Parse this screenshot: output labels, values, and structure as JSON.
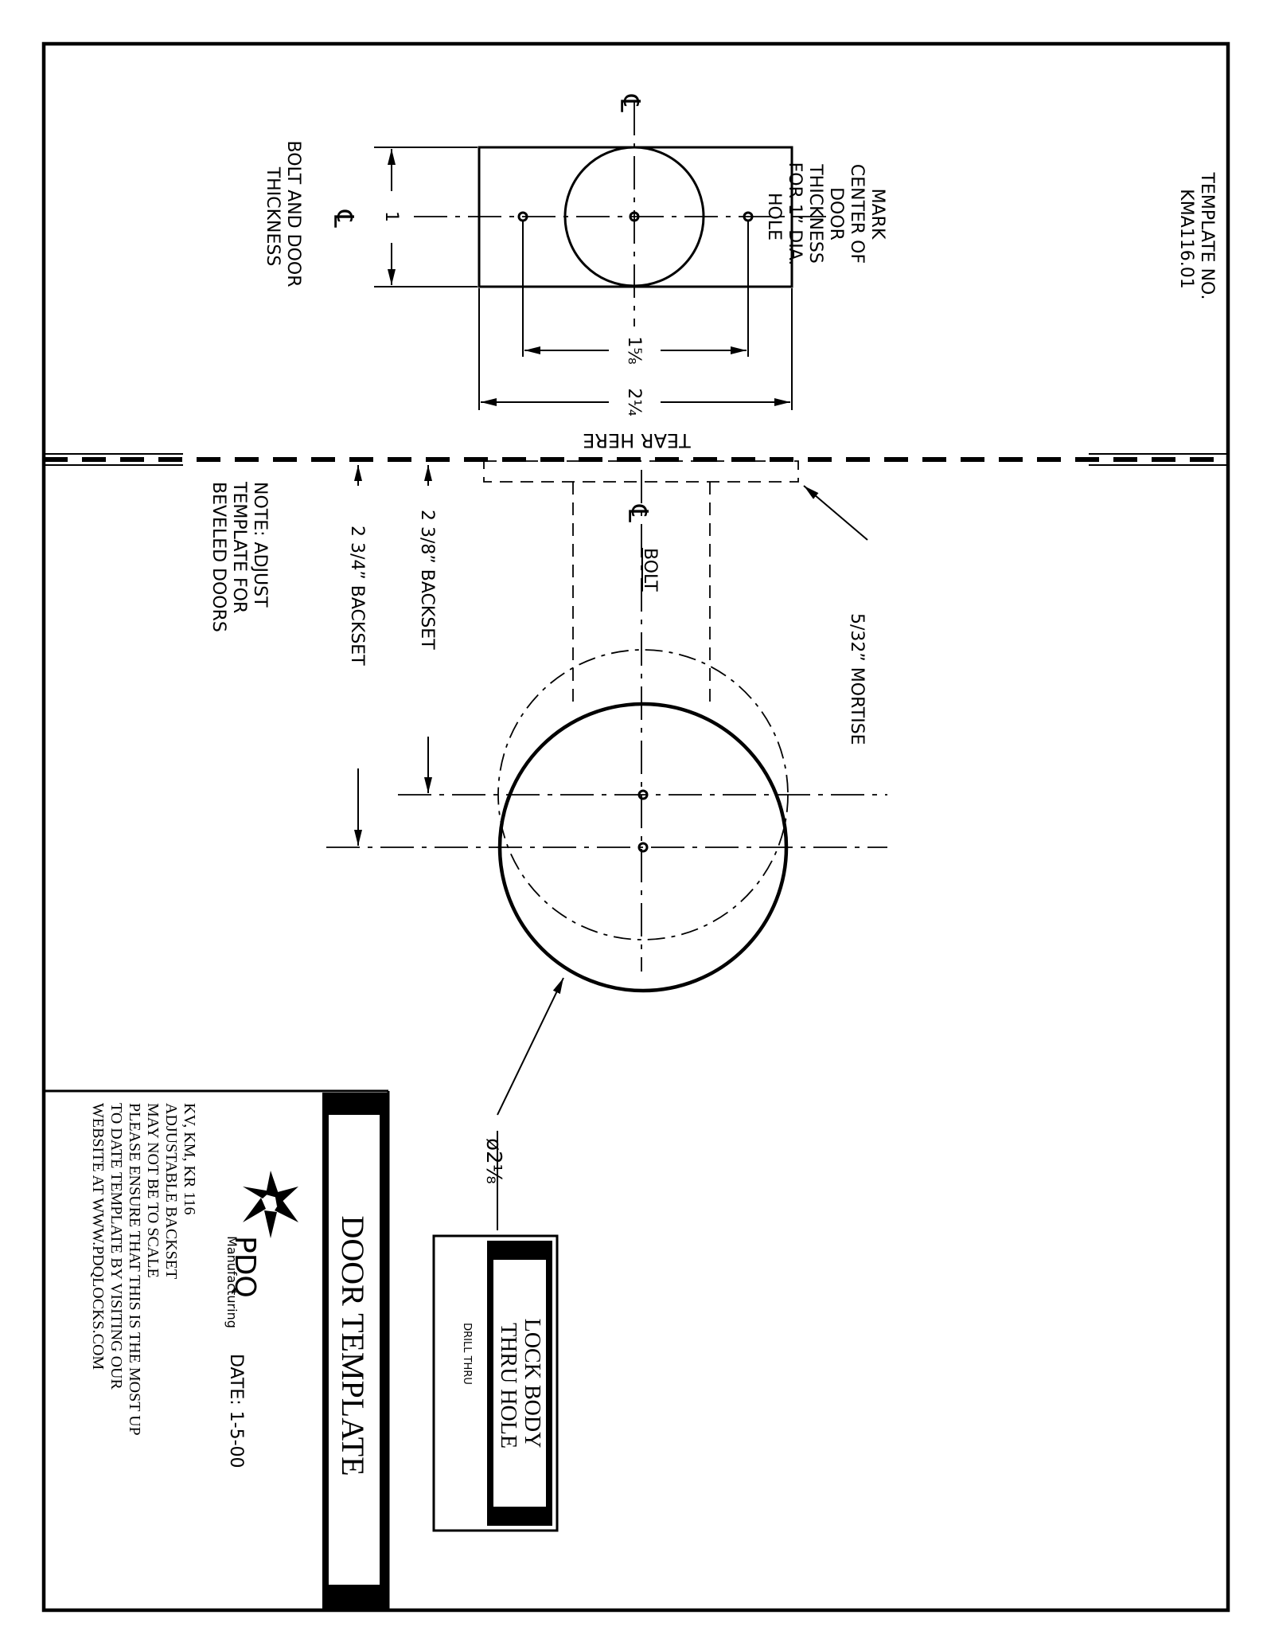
{
  "template_no": [
    "TEMPLATE NO.",
    "KMA116.01"
  ],
  "mark_center_note": [
    "MARK",
    "CENTER OF",
    "DOOR",
    "THICKNESS",
    "FOR 1” DIA.",
    "HOLE"
  ],
  "bolt_door_note": [
    "BOLT AND DOOR",
    "THICKNESS"
  ],
  "centerline_symbol": "℄",
  "dim_1": "1",
  "dim_1_5_8": "1⅝",
  "dim_2_1_4": "2¼",
  "tear_here": "TEAR HERE",
  "bolt_label": "BOLT",
  "mortise": "5/32” MORTISE",
  "backset_238": "2 3/8” BACKSET",
  "backset_234": "2 3/4” BACKSET",
  "bevel_note": [
    "NOTE: ADJUST",
    "TEMPLATE FOR",
    "BEVELED DOORS"
  ],
  "dia_label": "ø2⅛",
  "lock_body": [
    "LOCK BODY",
    "THRU HOLE"
  ],
  "drill_thru": "DRILL THRU",
  "title": "DOOR TEMPLATE",
  "logo": {
    "brand": "PDQ",
    "sub": "Manufacturing"
  },
  "date": "DATE: 1-5-00",
  "notes": [
    "KV, KM, KR 116",
    "ADJUSTABLE BACKSET",
    "MAY NOT BE TO SCALE",
    "PLEASE ENSURE THAT THIS IS THE MOST UP",
    "TO DATE TEMPLATE BY VISITING OUR",
    "WEBSITE AT WWW.PDQLOCKS.COM"
  ],
  "colors": {
    "ink": "#000000",
    "paper": "#ffffff"
  }
}
